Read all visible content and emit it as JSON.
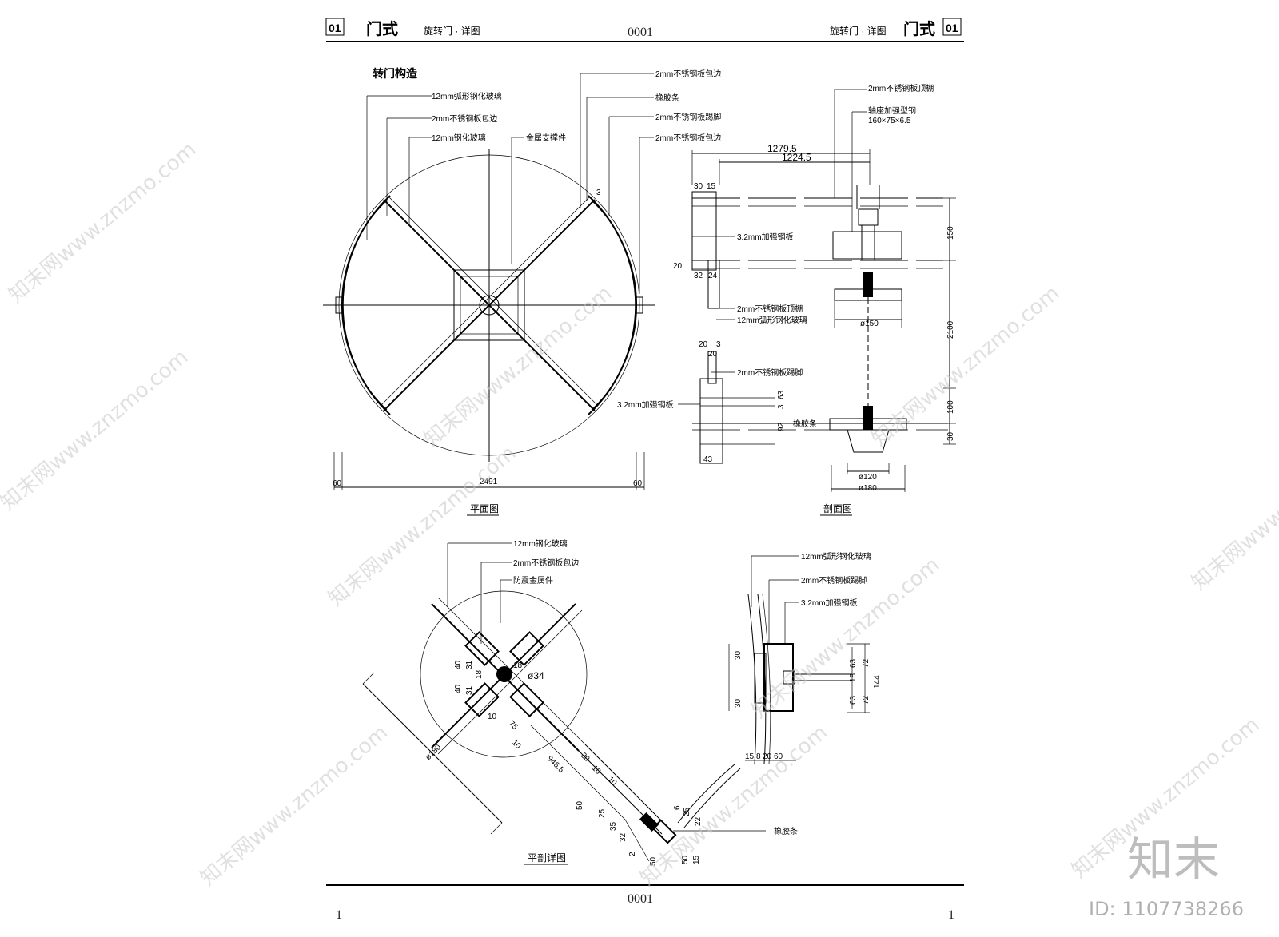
{
  "header": {
    "sheet_no_left": "01",
    "title_left": "门式",
    "subtitle_left": "旋转门 · 详图",
    "drawing_no": "0001",
    "subtitle_right": "旋转门 · 详图",
    "title_right": "门式",
    "sheet_no_right": "01"
  },
  "plan": {
    "section_title": "转门构造",
    "caption": "平面图",
    "labels": [
      "12mm弧形钢化玻璃",
      "2mm不锈钢板包边",
      "12mm钢化玻璃",
      "金属支撑件",
      "2mm不锈钢板包边",
      "橡胶条",
      "2mm不锈钢板踢脚",
      "2mm不锈钢板包边"
    ],
    "dims": [
      "60",
      "2491",
      "60"
    ],
    "mark": "3"
  },
  "section": {
    "caption": "剖面图",
    "labels": [
      "2mm不锈钢板顶棚",
      "轴座加强型钢",
      "160×75×6.5",
      "3.2mm加强钢板",
      "2mm不锈钢板顶棚",
      "12mm弧形钢化玻璃",
      "2mm不锈钢板踢脚",
      "3.2mm加强钢板",
      "橡胶条"
    ],
    "dims": [
      "1279.5",
      "1224.5",
      "30",
      "15",
      "20",
      "32",
      "24",
      "150",
      "2100",
      "100",
      "30",
      "ø150",
      "20",
      "3",
      "20",
      "63",
      "3",
      "92",
      "43",
      "ø120",
      "ø180"
    ]
  },
  "detail": {
    "caption": "平剖详图",
    "labels": [
      "12mm钢化玻璃",
      "2mm不锈钢板包边",
      "防震金属件",
      "橡胶条"
    ],
    "dims": [
      "40",
      "40",
      "31",
      "31",
      "18",
      "18",
      "ø34",
      "10",
      "75",
      "10",
      "946.5",
      "20",
      "10",
      "10",
      "50",
      "25",
      "35",
      "32",
      "2",
      "50",
      "ø180",
      "6",
      "25",
      "22",
      "50",
      "15"
    ]
  },
  "glass_detail": {
    "labels": [
      "12mm弧形钢化玻璃",
      "2mm不锈钢板踢脚",
      "3.2mm加强钢板"
    ],
    "dims": [
      "30",
      "30",
      "63",
      "72",
      "18",
      "144",
      "63",
      "72",
      "15",
      "8",
      "20",
      "60"
    ]
  },
  "footer": {
    "drawing_no": "0001",
    "page_left": "1",
    "page_right": "1"
  },
  "watermark": {
    "text": "知末网www.znzmo.com",
    "brand": "知末",
    "id_text": "ID: 1107738266"
  }
}
